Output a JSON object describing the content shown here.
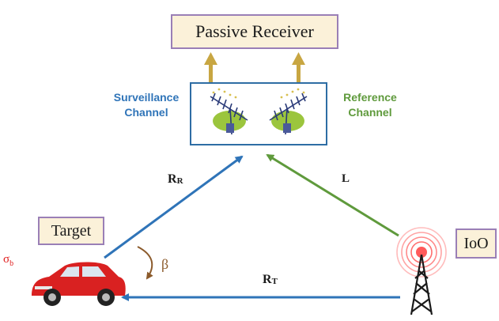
{
  "receiver": {
    "label": "Passive Receiver"
  },
  "channels": {
    "surveillance": {
      "line1": "Surveillance",
      "line2": "Channel"
    },
    "reference": {
      "line1": "Reference",
      "line2": "Channel"
    }
  },
  "target": {
    "label": "Target",
    "rcs_symbol": "σ",
    "rcs_subscript": "b"
  },
  "ioo": {
    "label": "IoO"
  },
  "paths": {
    "rr": {
      "main": "R",
      "sub": "R"
    },
    "l": {
      "main": "L"
    },
    "rt": {
      "main": "R",
      "sub": "T"
    }
  },
  "angle": {
    "symbol": "β"
  },
  "colors": {
    "surveillance": "#2f74b8",
    "reference": "#5f9a3c",
    "rcs": "#e02020",
    "angle": "#8b5a2b",
    "box_fill": "#fbf1d9",
    "box_border": "#9a7fb6",
    "up_arrows": "#c8a642",
    "antenna_box_border": "#2e6da4"
  }
}
